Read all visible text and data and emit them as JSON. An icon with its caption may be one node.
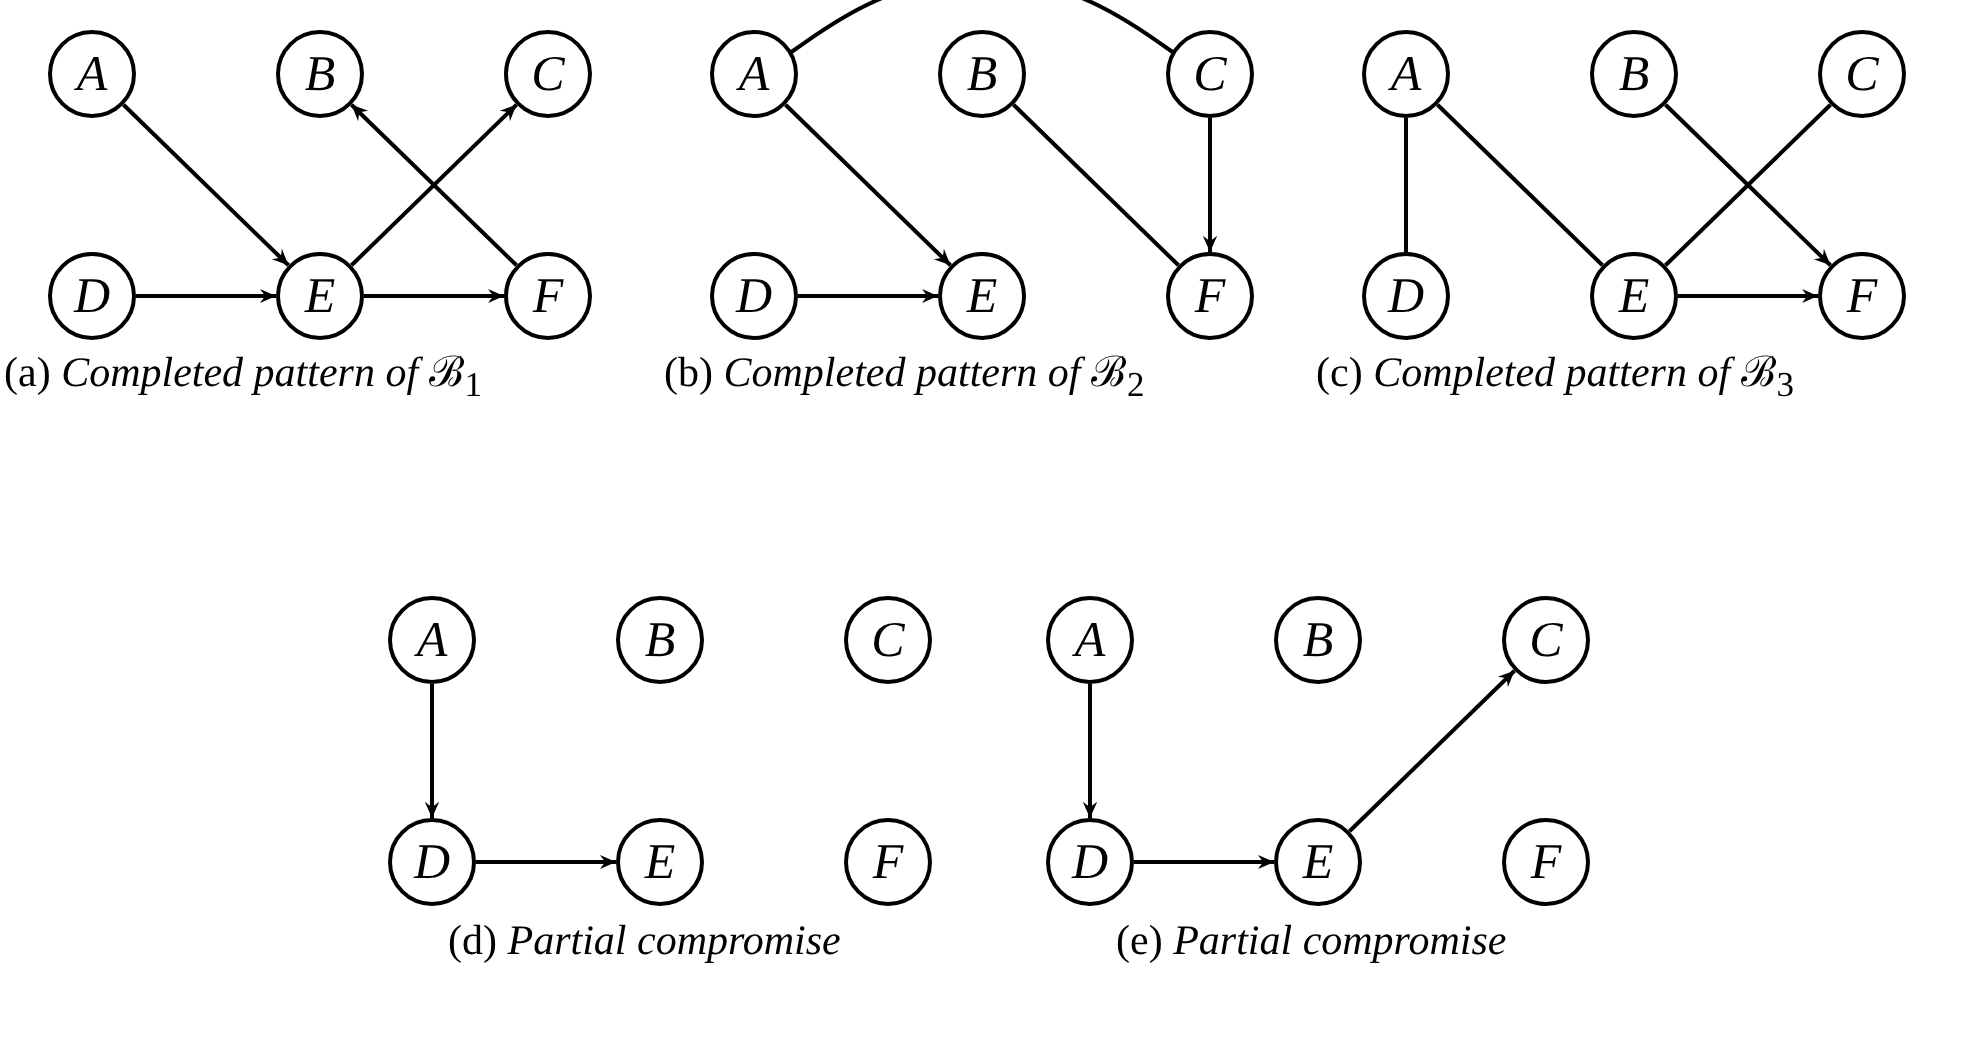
{
  "diagram": {
    "nodes": [
      {
        "text": [
          "A"
        ]
      },
      {
        "text": [
          "B"
        ]
      },
      {
        "text": [
          "C"
        ]
      },
      {
        "text": [
          "D"
        ]
      },
      {
        "text": [
          "E"
        ]
      },
      {
        "text": [
          "F"
        ]
      },
      {
        "text": [
          "A"
        ]
      },
      {
        "text": [
          "B"
        ]
      },
      {
        "text": [
          "C"
        ]
      },
      {
        "text": [
          "D"
        ]
      },
      {
        "text": [
          "E"
        ]
      },
      {
        "text": [
          "F"
        ]
      },
      {
        "text": [
          "A"
        ]
      },
      {
        "text": [
          "B"
        ]
      },
      {
        "text": [
          "C"
        ]
      },
      {
        "text": [
          "D"
        ]
      },
      {
        "text": [
          "E"
        ]
      },
      {
        "text": [
          "F"
        ]
      },
      {
        "text": [
          "A"
        ]
      },
      {
        "text": [
          "B"
        ]
      },
      {
        "text": [
          "C"
        ]
      },
      {
        "text": [
          "D"
        ]
      },
      {
        "text": [
          "E"
        ]
      },
      {
        "text": [
          "F"
        ]
      },
      {
        "text": [
          "A"
        ]
      },
      {
        "text": [
          "B"
        ]
      },
      {
        "text": [
          "C"
        ]
      },
      {
        "text": [
          "D"
        ]
      },
      {
        "text": [
          "E"
        ]
      },
      {
        "text": [
          "F"
        ]
      }
    ],
    "edges": [
      {
        "from": 0,
        "to": 4,
        "arrow": "to"
      },
      {
        "from": 3,
        "to": 4,
        "arrow": "to"
      },
      {
        "from": 4,
        "to": 2,
        "arrow": "to"
      },
      {
        "from": 5,
        "to": 1,
        "arrow": "to"
      },
      {
        "from": 4,
        "to": 5,
        "arrow": "to"
      },
      {
        "from": 6,
        "to": 8,
        "arrow": "none"
      },
      {
        "from": 6,
        "to": 10,
        "arrow": "to"
      },
      {
        "from": 9,
        "to": 10,
        "arrow": "to"
      },
      {
        "from": 7,
        "to": 11,
        "arrow": "none"
      },
      {
        "from": 8,
        "to": 11,
        "arrow": "to"
      },
      {
        "from": 12,
        "to": 15,
        "arrow": "none"
      },
      {
        "from": 12,
        "to": 16,
        "arrow": "none"
      },
      {
        "from": 13,
        "to": 17,
        "arrow": "to"
      },
      {
        "from": 14,
        "to": 16,
        "arrow": "none"
      },
      {
        "from": 16,
        "to": 17,
        "arrow": "to"
      },
      {
        "from": 18,
        "to": 21,
        "arrow": "to"
      },
      {
        "from": 21,
        "to": 22,
        "arrow": "to"
      },
      {
        "from": 24,
        "to": 27,
        "arrow": "to"
      },
      {
        "from": 27,
        "to": 28,
        "arrow": "to"
      },
      {
        "from": 28,
        "to": 26,
        "arrow": "to"
      }
    ],
    "labels": [
      "(a) *Completed pattern of* ℬ$_{1}$",
      "(b) *Completed pattern of* ℬ$_{2}$",
      "(c) *Completed pattern of* ℬ$_{3}$",
      "(d) *Partial compromise*",
      "(e) *Partial compromise*"
    ]
  }
}
